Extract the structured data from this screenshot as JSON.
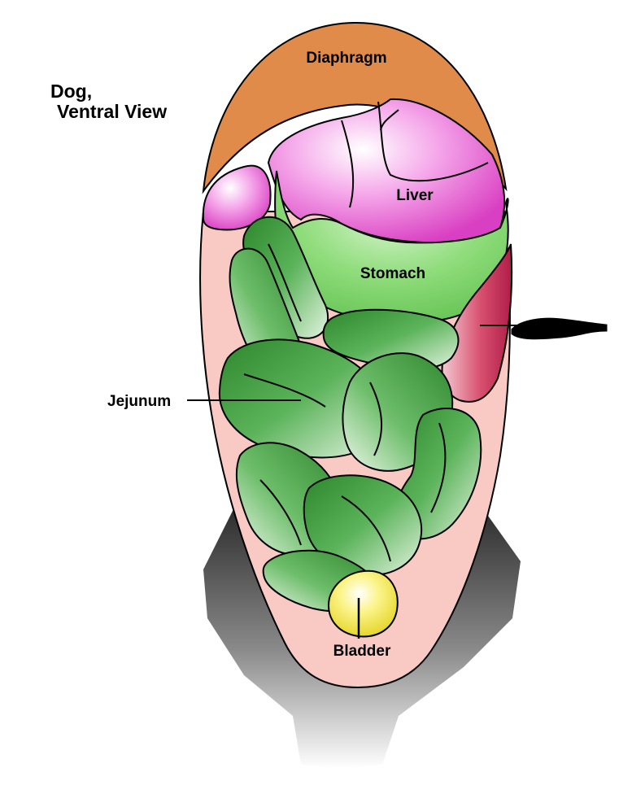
{
  "title": {
    "line1": "Dog,",
    "line2": "Ventral View"
  },
  "labels": {
    "diaphragm": "Diaphragm",
    "liver": "Liver",
    "stomach": "Stomach",
    "jejunum": "Jejunum",
    "bladder": "Bladder"
  },
  "colors": {
    "diaphragm": "#e08b4a",
    "liver": "#e85fd0",
    "stomach": "#7fd36e",
    "intestine_dark": "#2f8a2f",
    "intestine_light": "#d9efd6",
    "spleen": "#cc3360",
    "bladder": "#f2e84a",
    "body": "#f9c9c4",
    "shadow": "#555555"
  }
}
